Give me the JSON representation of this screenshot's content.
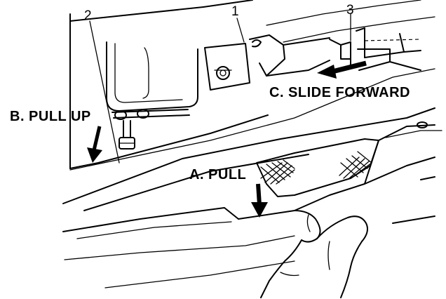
{
  "callouts": {
    "one": "1",
    "two": "2",
    "three": "3"
  },
  "steps": {
    "a": "A. PULL",
    "b": "B. PULL UP",
    "c": "C. SLIDE FORWARD"
  }
}
